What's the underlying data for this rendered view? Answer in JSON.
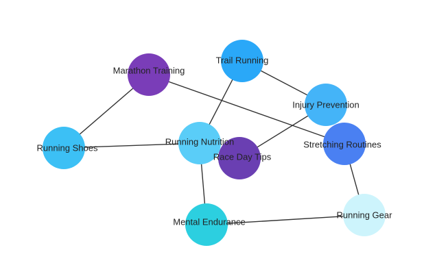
{
  "graph": {
    "nodes": [
      {
        "id": "marathon",
        "label": "Marathon Training",
        "color": "#7a3db8"
      },
      {
        "id": "trail",
        "label": "Trail Running",
        "color": "#2aa8f8"
      },
      {
        "id": "injury",
        "label": "Injury Prevention",
        "color": "#44b4f8"
      },
      {
        "id": "shoes",
        "label": "Running Shoes",
        "color": "#3cc0f5"
      },
      {
        "id": "nutrition",
        "label": "Running Nutrition",
        "color": "#5acdf8"
      },
      {
        "id": "raceday",
        "label": "Race Day Tips",
        "color": "#6a3fb2"
      },
      {
        "id": "stretching",
        "label": "Stretching Routines",
        "color": "#4a80f2"
      },
      {
        "id": "mental",
        "label": "Mental Endurance",
        "color": "#2ccfe0"
      },
      {
        "id": "gear",
        "label": "Running Gear",
        "color": "#cdf4fc"
      }
    ],
    "edges": [
      [
        "marathon",
        "shoes"
      ],
      [
        "marathon",
        "stretching"
      ],
      [
        "trail",
        "injury"
      ],
      [
        "trail",
        "nutrition"
      ],
      [
        "injury",
        "raceday"
      ],
      [
        "shoes",
        "nutrition"
      ],
      [
        "nutrition",
        "mental"
      ],
      [
        "stretching",
        "gear"
      ],
      [
        "mental",
        "gear"
      ]
    ]
  }
}
